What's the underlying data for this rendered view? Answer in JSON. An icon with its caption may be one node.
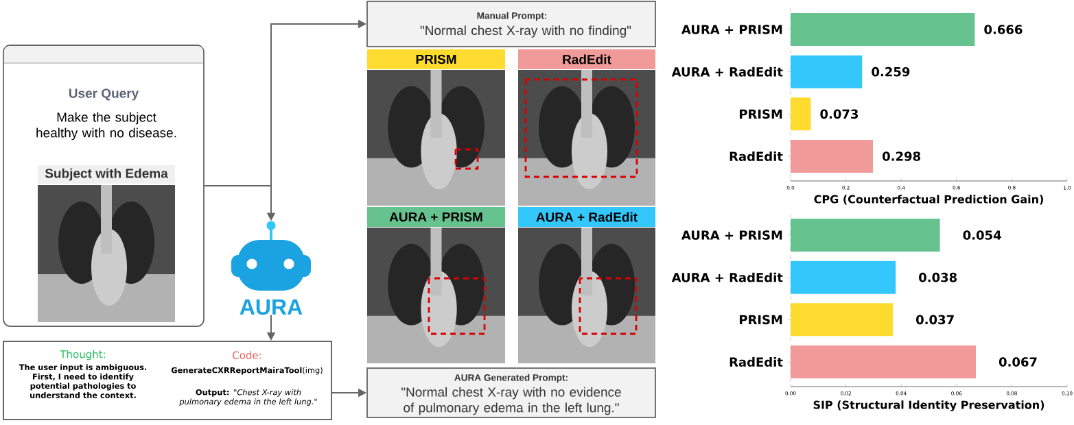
{
  "diagram": {
    "nodes": [
      {
        "text": [
          "User Query",
          "Make the subject healthy with no disease."
        ]
      },
      {
        "text": [
          "Subject with Edema"
        ],
        "in": 0
      },
      {
        "text": [
          "AURA"
        ]
      },
      {
        "text": [
          "Manual Prompt:",
          "\"Normal chest X-ray with no finding\""
        ]
      },
      {
        "text": [
          "PRISM"
        ]
      },
      {
        "text": [
          "RadEdit"
        ]
      },
      {
        "text": [
          "AURA + PRISM"
        ]
      },
      {
        "text": [
          "AURA + RadEdit"
        ]
      },
      {
        "text": [
          "Thought:",
          "The user input is ambiguous. First, I need to identify potential pathologies to understand the context.",
          "Code:",
          "**GenerateCXRReportMairaTool**(img)",
          "**Output:** *\"Chest X-ray with pulmonary edema in the left lung.\"*"
        ]
      },
      {
        "text": [
          "AURA Generated Prompt:",
          "\"Normal chest X-ray with no evidence of pulmonary edema in the left lung.\""
        ]
      }
    ],
    "edges": [
      {
        "from": 0,
        "to": 3,
        "arrow": "to"
      },
      {
        "from": 0,
        "to": 2,
        "arrow": "to"
      },
      {
        "from": 2,
        "to": 8,
        "arrow": "to"
      },
      {
        "from": 8,
        "to": 9,
        "arrow": "to"
      }
    ],
    "chart_data": [
      {
        "type": "bar",
        "orientation": "horizontal",
        "xlabel": "CPG (Counterfactual Prediction Gain)",
        "categories": [
          "AURA + PRISM",
          "AURA + RadEdit",
          "PRISM",
          "RadEdit"
        ],
        "series": [
          {
            "color": "#66c28f",
            "values": [
              0.666,
              null,
              null,
              null
            ]
          },
          {
            "color": "#33c7fc",
            "values": [
              null,
              0.259,
              null,
              null
            ]
          },
          {
            "color": "#fddb2f",
            "values": [
              null,
              null,
              0.073,
              null
            ]
          },
          {
            "color": "#f09a99",
            "values": [
              null,
              null,
              null,
              0.298
            ]
          }
        ],
        "value_labels": [
          "0.666",
          "0.259",
          "0.073",
          "0.298"
        ],
        "xlim": [
          0,
          1.0
        ],
        "xticks": [
          {
            "value": 0,
            "label": "0.0"
          },
          {
            "value": 0.2,
            "label": "0.2"
          },
          {
            "value": 0.4,
            "label": "0.4"
          },
          {
            "value": 0.6,
            "label": "0.6"
          },
          {
            "value": 0.8,
            "label": "0.8"
          },
          {
            "value": 1.0,
            "label": "1.0"
          }
        ]
      },
      {
        "type": "bar",
        "orientation": "horizontal",
        "xlabel": "SIP (Structural Identity Preservation)",
        "categories": [
          "AURA + PRISM",
          "AURA + RadEdit",
          "PRISM",
          "RadEdit"
        ],
        "series": [
          {
            "color": "#66c28f",
            "values": [
              0.054,
              null,
              null,
              null
            ]
          },
          {
            "color": "#33c7fc",
            "values": [
              null,
              0.038,
              null,
              null
            ]
          },
          {
            "color": "#fddb2f",
            "values": [
              null,
              null,
              0.037,
              null
            ]
          },
          {
            "color": "#f09a99",
            "values": [
              null,
              null,
              null,
              0.067
            ]
          }
        ],
        "value_labels": [
          "0.054",
          "0.038",
          "0.037",
          "0.067"
        ],
        "xlim": [
          0,
          0.1
        ],
        "xticks": [
          {
            "value": 0,
            "label": "0.00"
          },
          {
            "value": 0.02,
            "label": "0.02"
          },
          {
            "value": 0.04,
            "label": "0.04"
          },
          {
            "value": 0.06,
            "label": "0.06"
          },
          {
            "value": 0.08,
            "label": "0.08"
          },
          {
            "value": 0.1,
            "label": "0.10"
          }
        ]
      }
    ]
  }
}
